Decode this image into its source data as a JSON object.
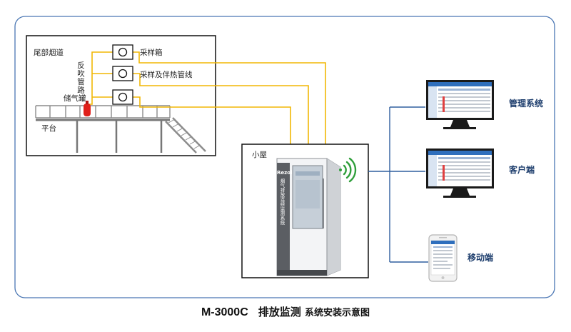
{
  "labels": {
    "flue": "尾部烟道",
    "blowback_pipe": "反吹管路",
    "gas_tank": "储气罐",
    "platform": "平台",
    "sampling_box": "采样箱",
    "sampling_pipe": "采样及伴热管线",
    "cabin": "小屋",
    "cabinet_brand": "Rezol",
    "cabinet_text": "烟气排放连续监测系统",
    "management": "管理系统",
    "client": "客户端",
    "mobile": "移动端"
  },
  "caption": {
    "model": "M-3000C",
    "title": "排放监测",
    "subtitle": "系统安装示意图"
  },
  "colors": {
    "pipe": "#f2b705",
    "line_blue": "#2f5f9e",
    "frame_blue": "#4a76b3",
    "label_blue": "#1f3f6e",
    "tank_red": "#e0201a",
    "wifi_green": "#2e9e3a"
  }
}
